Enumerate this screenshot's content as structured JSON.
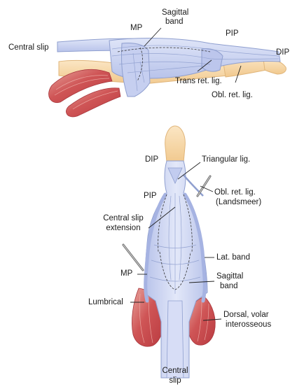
{
  "labels": {
    "central_slip_top": "Central slip",
    "mp_top": "MP",
    "sagittal_band_top_1": "Sagittal",
    "sagittal_band_top_2": "band",
    "pip_top": "PIP",
    "dip_top": "DIP",
    "trans_ret_lig": "Trans ret. lig.",
    "obl_ret_lig_top": "Obl. ret. lig.",
    "dip_bottom": "DIP",
    "triangular_lig": "Triangular lig.",
    "pip_bottom": "PIP",
    "obl_ret_lig_bottom_1": "Obl. ret. lig.",
    "obl_ret_lig_bottom_2": "(Landsmeer)",
    "central_slip_extension_1": "Central slip",
    "central_slip_extension_2": "extension",
    "lat_band": "Lat. band",
    "mp_bottom": "MP",
    "sagittal_band_bottom_1": "Sagittal",
    "sagittal_band_bottom_2": "band",
    "lumbrical": "Lumbrical",
    "dorsal_volar_interosseous_1": "Dorsal, volar",
    "dorsal_volar_interosseous_2": "interosseous",
    "central_slip_bottom_1": "Central",
    "central_slip_bottom_2": "slip"
  },
  "colors": {
    "tendon": "#c9d2f0",
    "tendon_stroke": "#8f9fcf",
    "bone": "#f6d7a8",
    "bone_stroke": "#e0b57a",
    "muscle": "#c8494e",
    "muscle_light": "#e59a96",
    "leader": "#222222"
  }
}
